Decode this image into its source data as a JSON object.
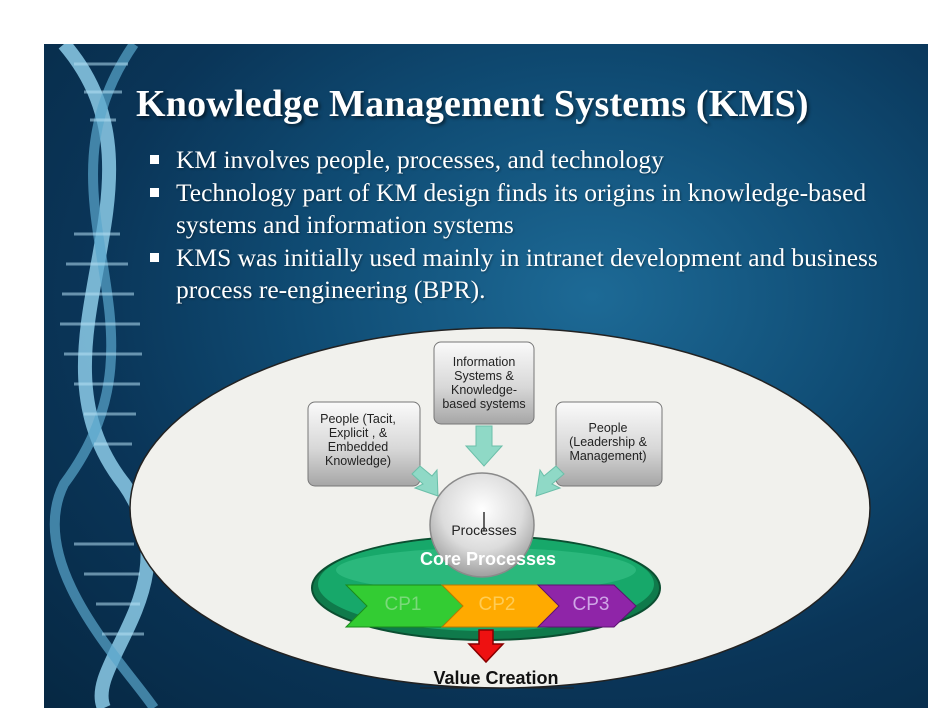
{
  "slide": {
    "title": "Knowledge Management Systems (KMS)",
    "bullets": [
      "KM involves people, processes, and technology",
      "Technology part of KM design finds its origins in knowledge-based systems and information systems",
      "KMS was initially used mainly in intranet development and business process re-engineering (BPR)."
    ]
  },
  "diagram": {
    "nodes": {
      "info_systems": "Information Systems & Knowledge-based systems",
      "people_tacit": "People (Tacit, Explicit , & Embedded Knowledge)",
      "people_leadership": "People (Leadership & Management)",
      "processes": "Processes",
      "core_processes": "Core Processes",
      "cp1": "CP1",
      "cp2": "CP2",
      "cp3": "CP3",
      "value_creation": "Value Creation"
    },
    "colors": {
      "oval_fill": "#f1f1ed",
      "core_green": "#17a86a",
      "cp1_green": "#33cc33",
      "cp2_orange": "#ffaa00",
      "cp3_purple": "#8f25a8",
      "arrow_teal": "#8fd9c6",
      "value_arrow_red": "#ee1111"
    }
  }
}
